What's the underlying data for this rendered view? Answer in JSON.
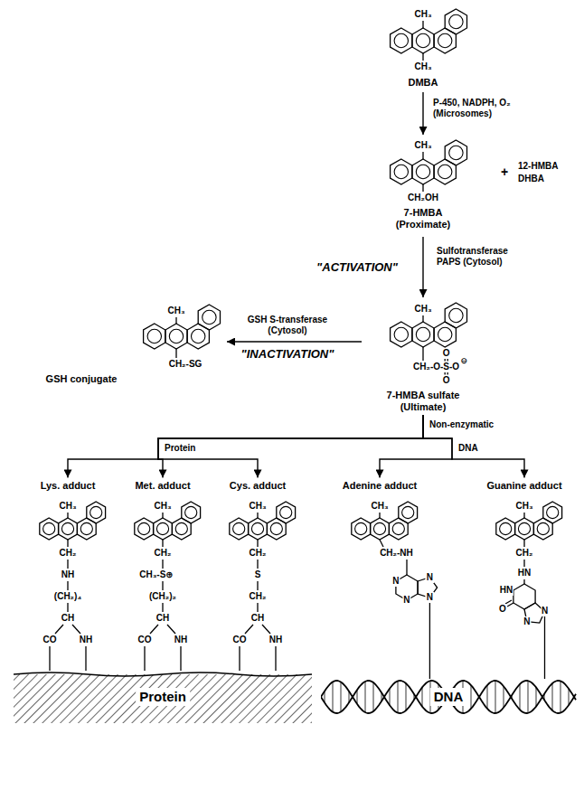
{
  "diagram": {
    "nodes": [
      {
        "text": [
          "CH₃",
          "CH₃",
          "DMBA"
        ]
      },
      {
        "text": [
          "CH₃",
          "CH₂OH",
          "7-HMBA (Proximate)"
        ]
      },
      {
        "text": [
          "CH₃",
          "CH₂-O-S-O",
          "O",
          "O",
          "⊖",
          "7-HMBA sulfate (Ultimate)"
        ]
      },
      {
        "text": [
          "CH₃",
          "CH₂-SG",
          "GSH conjugate"
        ]
      },
      {
        "text": [
          "Lys. adduct",
          "CH₃",
          "CH₂",
          "NH",
          "(CH₂)₄",
          "CH",
          "CO",
          "NH"
        ]
      },
      {
        "text": [
          "Met. adduct",
          "CH₃",
          "CH₂",
          "CH₃-S⊕",
          "(CH₂)₂",
          "CH",
          "CO",
          "NH"
        ]
      },
      {
        "text": [
          "Cys. adduct",
          "CH₃",
          "CH₂",
          "S",
          "CH₂",
          "CH",
          "CO",
          "NH"
        ]
      },
      {
        "text": [
          "Adenine adduct",
          "CH₃",
          "CH₂-NH",
          "N",
          "N",
          "N",
          "N"
        ]
      },
      {
        "text": [
          "Guanine adduct",
          "CH₃",
          "CH₂",
          "HN",
          "HN",
          "O",
          "N",
          "N"
        ]
      },
      {
        "text": [
          "Protein"
        ]
      },
      {
        "text": [
          "DNA"
        ]
      }
    ],
    "edges": [
      {
        "from": 0,
        "to": 1,
        "label": "P-450, NADPH, O₂ (Microsomes)",
        "arrow": "to"
      },
      {
        "from": 1,
        "to": 2,
        "label": "Sulfotransferase PAPS (Cytosol)",
        "arrow": "to"
      },
      {
        "from": 2,
        "to": 3,
        "label": "GSH S-transferase (Cytosol)",
        "arrow": "to"
      },
      {
        "from": 2,
        "to": 4,
        "arrow": "to"
      },
      {
        "from": 2,
        "to": 5,
        "arrow": "to"
      },
      {
        "from": 2,
        "to": 6,
        "arrow": "to"
      },
      {
        "from": 2,
        "to": 7,
        "arrow": "to"
      },
      {
        "from": 2,
        "to": 8,
        "arrow": "to"
      }
    ],
    "labels": [
      "+",
      "12-HMBA",
      "DHBA",
      "\"ACTIVATION\"",
      "\"INACTIVATION\"",
      "Non-enzymatic",
      "Protein",
      "DNA"
    ]
  }
}
